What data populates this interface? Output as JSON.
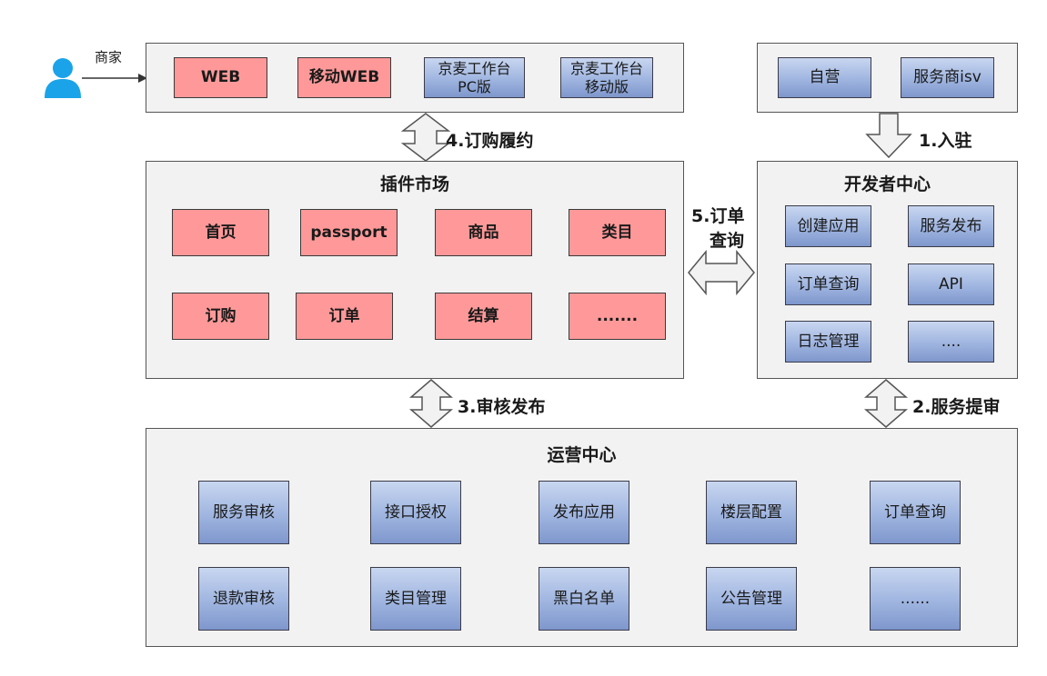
{
  "merchant": {
    "label": "商家"
  },
  "merchant_clients": {
    "items": [
      "WEB",
      "移动WEB",
      "京麦工作台PC版",
      "京麦工作台移动版"
    ]
  },
  "providers": {
    "items": [
      "自营",
      "服务商isv"
    ]
  },
  "plugin_market": {
    "title": "插件市场",
    "items": [
      "首页",
      "passport",
      "商品",
      "类目",
      "订购",
      "订单",
      "结算",
      "......."
    ]
  },
  "developer_center": {
    "title": "开发者中心",
    "items": [
      "创建应用",
      "服务发布",
      "订单查询",
      "API",
      "日志管理",
      "...."
    ]
  },
  "operations_center": {
    "title": "运营中心",
    "items": [
      "服务审核",
      "接口授权",
      "发布应用",
      "楼层配置",
      "订单查询",
      "退款审核",
      "类目管理",
      "黑白名单",
      "公告管理",
      "......"
    ]
  },
  "flows": {
    "step1": "1.入驻",
    "step2": "2.服务提审",
    "step3": "3.审核发布",
    "step4": "4.订购履约",
    "step5_line1": "5.订单",
    "step5_line2": "查询"
  }
}
